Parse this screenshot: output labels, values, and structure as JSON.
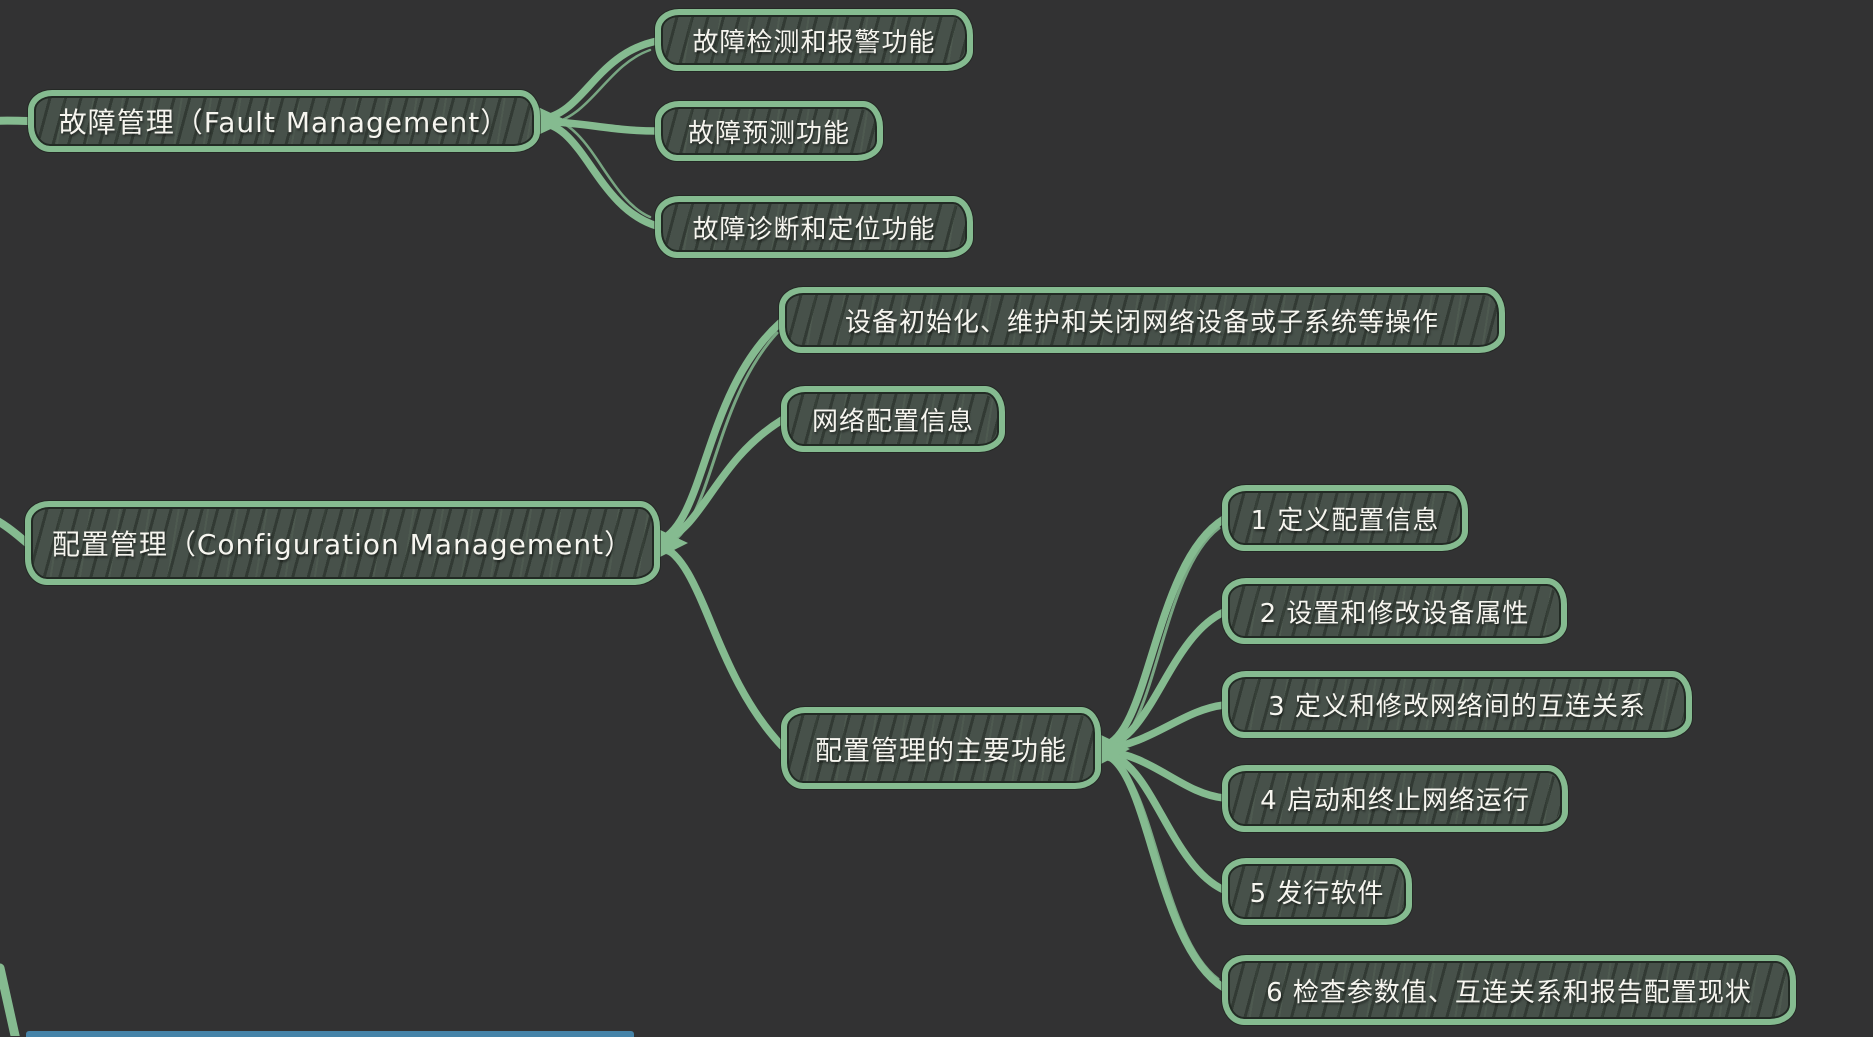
{
  "colors": {
    "background": "#323233",
    "node_border_green": "#85bb90",
    "node_fill": "#47514a",
    "text": "#f6f5ef",
    "partial_bottom_node_teal": "#4583a8"
  },
  "nodes": {
    "fault": {
      "label": "故障管理（Fault Management）"
    },
    "fault_children": {
      "detect": {
        "label": "故障检测和报警功能"
      },
      "predict": {
        "label": "故障预测功能"
      },
      "diagnose": {
        "label": "故障诊断和定位功能"
      }
    },
    "config": {
      "label": "配置管理（Configuration Management）"
    },
    "config_children": {
      "device_ops": {
        "label": "设备初始化、维护和关闭网络设备或子系统等操作"
      },
      "net_info": {
        "label": "网络配置信息"
      },
      "main_funcs": {
        "label": "配置管理的主要功能"
      }
    },
    "main_func_children": {
      "f1": {
        "label": "1 定义配置信息"
      },
      "f2": {
        "label": "2 设置和修改设备属性"
      },
      "f3": {
        "label": "3 定义和修改网络间的互连关系"
      },
      "f4": {
        "label": "4 启动和终止网络运行"
      },
      "f5": {
        "label": "5 发行软件"
      },
      "f6": {
        "label": "6 检查参数值、互连关系和报告配置现状"
      }
    }
  }
}
